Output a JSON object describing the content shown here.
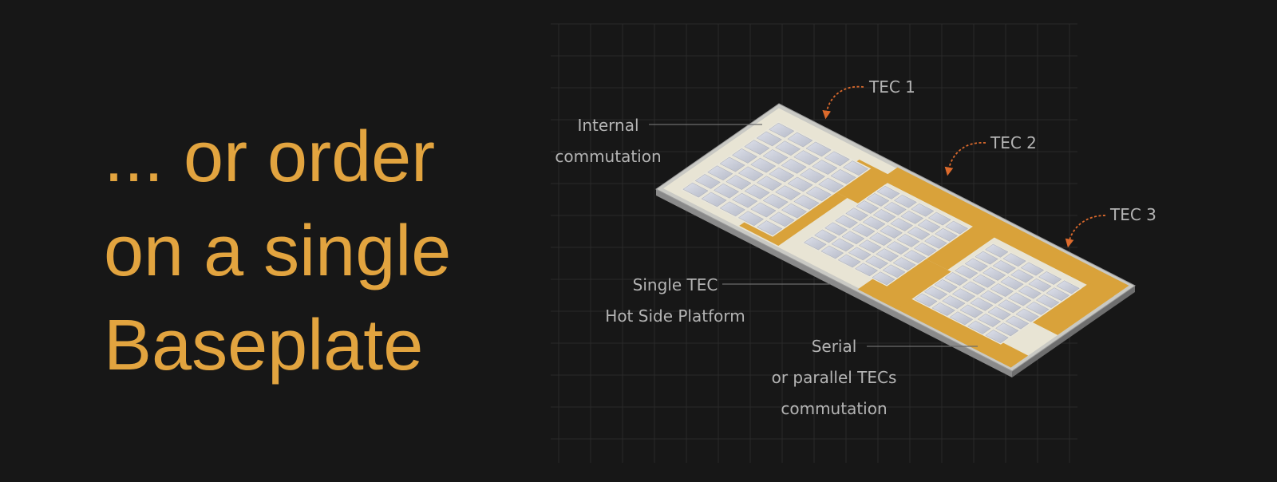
{
  "headline": {
    "lines": [
      "... or order",
      "on a single",
      "Baseplate"
    ]
  },
  "figure": {
    "labels": {
      "tec1": "TEC 1",
      "tec2": "TEC 2",
      "tec3": "TEC 3",
      "internal_line1": "Internal",
      "internal_line2": "commutation",
      "single_line1": "Single TEC",
      "single_line2": "Hot Side Platform",
      "serial_line1": "Serial",
      "serial_line2": "or parallel TECs",
      "serial_line3": "commutation"
    },
    "colors": {
      "background": "#171717",
      "headline": "#e2a43f",
      "trace": "#d9a23a",
      "plate_edge": "#9a9a9a",
      "pellet": "#c8ccd8",
      "arrow": "#dc6a2c",
      "label": "#b4b4b4"
    },
    "module_count": 3
  }
}
